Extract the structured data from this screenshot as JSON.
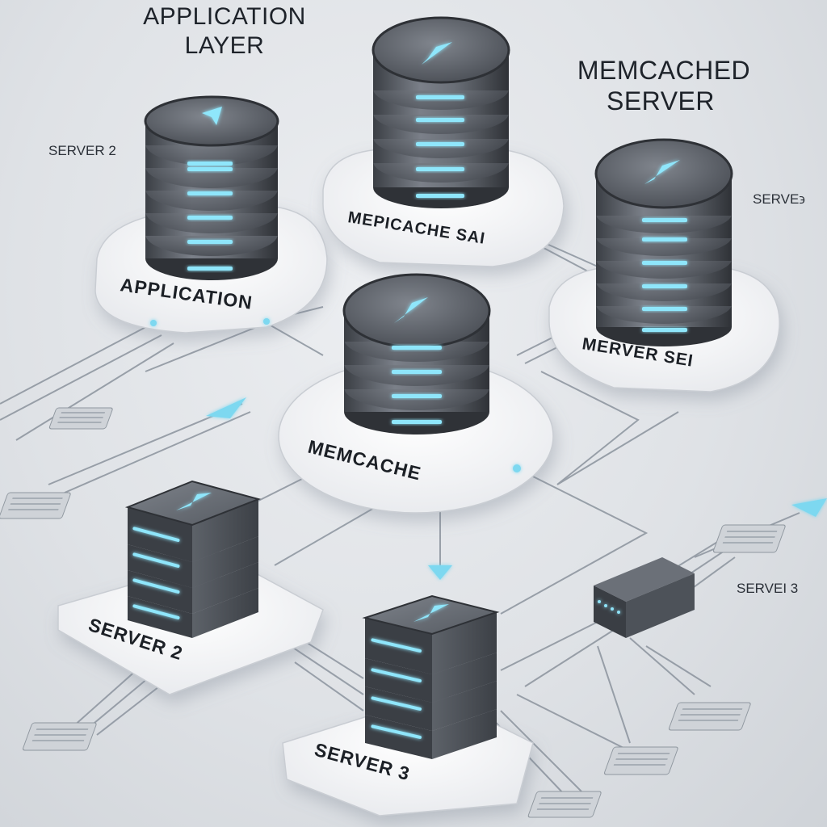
{
  "colors": {
    "background": "#e2e5e9",
    "server_body": "#5b6068",
    "server_dark": "#363a40",
    "platform": "#f5f6f8",
    "accent_glow": "#6fd6f2",
    "wire": "#8a929c"
  },
  "icons": {
    "db_top": "arrow-icon",
    "server_top": "arrow-icon",
    "led": "led-icon",
    "port_block": "port-block-icon",
    "switch": "switch-icon",
    "arrow_marker": "arrow-marker-icon"
  },
  "headings": {
    "application_layer_line1": "APPLICATION",
    "application_layer_line2": "LAYER",
    "memcached_server_line1": "MEMCACHED",
    "memcached_server_line2": "SERVER"
  },
  "notes": {
    "left_server": "SERVER 2",
    "right_server": "SERVE϶",
    "bottom_right_server": "SERVEI 3"
  },
  "platforms": {
    "application": "APPLICATION",
    "memcache_top": "MEPICACHE SAI",
    "merver": "MERVER SEI",
    "memcache_center": "MEMCACHE",
    "server2": "SERVER 2",
    "server3": "SERVER 3"
  }
}
